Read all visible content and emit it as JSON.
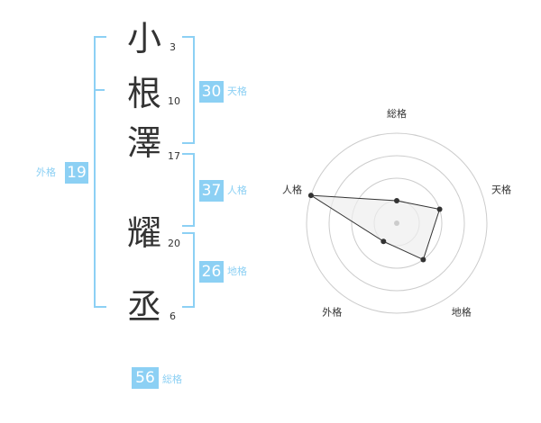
{
  "name_chars": [
    {
      "char": "小",
      "strokes": "3"
    },
    {
      "char": "根",
      "strokes": "10"
    },
    {
      "char": "澤",
      "strokes": "17"
    },
    {
      "char": "耀",
      "strokes": "20"
    },
    {
      "char": "丞",
      "strokes": "6"
    }
  ],
  "fortunes": {
    "tenkaku": {
      "value": "30",
      "label": "天格"
    },
    "jinkaku": {
      "value": "37",
      "label": "人格"
    },
    "chikaku": {
      "value": "26",
      "label": "地格"
    },
    "gaikaku": {
      "value": "19",
      "label": "外格"
    },
    "soukaku": {
      "value": "56",
      "label": "総格"
    }
  },
  "colors": {
    "accent": "#8cd0f4",
    "text": "#333333",
    "radar_fill": "#eeeeee",
    "rings": "#cccccc"
  },
  "chart_data": {
    "type": "radar",
    "axes": [
      "総格",
      "天格",
      "地格",
      "外格",
      "人格"
    ],
    "values": [
      0.25,
      0.5,
      0.5,
      0.25,
      1.0
    ],
    "range": [
      0,
      1
    ],
    "rings": 4
  }
}
